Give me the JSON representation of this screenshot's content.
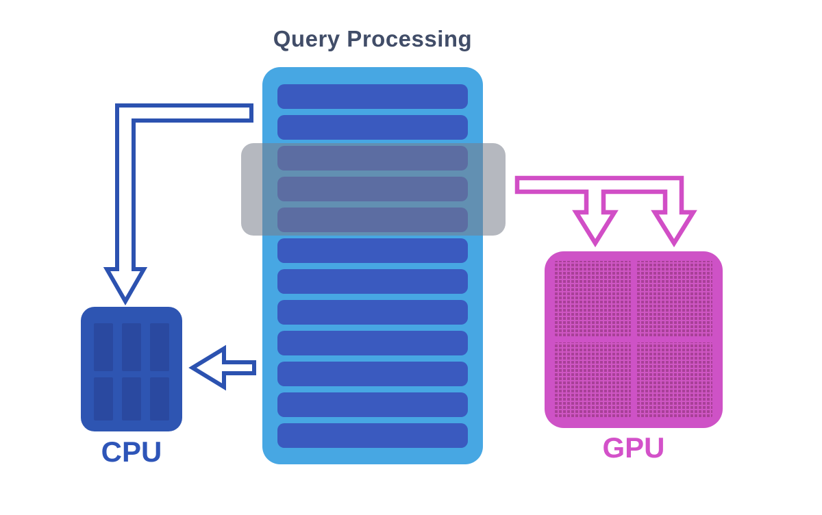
{
  "title": "Query Processing",
  "pipeline": {
    "bar_count": 12,
    "description": "query-processing-stack"
  },
  "overlay": {
    "description": "highlighted-pipeline-stage-band"
  },
  "cpu": {
    "label": "CPU",
    "core_rows": 2,
    "core_cols": 3
  },
  "gpu": {
    "label": "GPU",
    "quadrant_count": 4
  },
  "icons": {
    "cpu_elbow_arrow": "elbow-down-arrow-icon",
    "cpu_left_arrow": "left-arrow-icon",
    "gpu_double_arrow": "double-down-arrow-icon"
  },
  "colors": {
    "title-text": "#414d68",
    "column-bg": "#47a7e3",
    "bar-fill": "#3a5abf",
    "overlay-gray": "rgba(120,126,138,0.55)",
    "blue-arrow": "#2c52b0",
    "cpu-fill": "#2e55b2",
    "cpu-cell": "#2a49a0",
    "cpu-label": "#2e55b8",
    "pink-arrow": "#d14ec6",
    "gpu-fill": "#ce52c6",
    "gpu-dot": "#a84097",
    "gpu-grid-line": "#cf56c4",
    "gpu-label": "#d351c9"
  }
}
